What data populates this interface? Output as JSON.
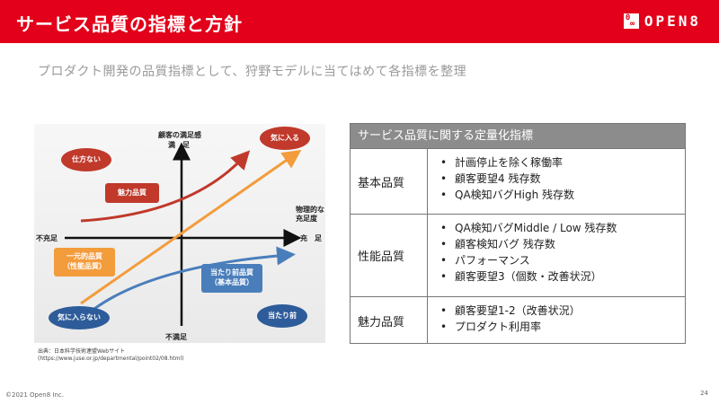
{
  "header": {
    "title": "サービス品質の指標と方針",
    "logo_text": "OPEN8",
    "logo_mark_top": "0",
    "logo_mark_bottom": "∞"
  },
  "subtitle": "プロダクト開発の品質指標として、狩野モデルに当てはめて各指標を整理",
  "kano_chart": {
    "y_axis_title": "顧客の満足感",
    "y_top": "満　足",
    "y_bottom": "不満足",
    "x_axis_title_line1": "物理的な",
    "x_axis_title_line2": "充足度",
    "x_left": "不充足",
    "x_right": "充　足",
    "bubble_indifferent": "仕方ない",
    "bubble_delighted": "気に入る",
    "bubble_dislike": "気に入らない",
    "bubble_must_be": "当たり前",
    "box_attractive": "魅力品質",
    "box_one_dimensional_line1": "一元的品質",
    "box_one_dimensional_line2": "（性能品質）",
    "box_must_be_line1": "当たり前品質",
    "box_must_be_line2": "（基本品質）",
    "colors": {
      "attractive": "#c0392b",
      "one_dimensional": "#f39c3c",
      "must_be": "#4a7ebb"
    }
  },
  "source": {
    "line1": "出典：日本科学技術連盟Webサイト",
    "line2": "(https://www.juse.or.jp/departmental/point02/08.html)"
  },
  "table": {
    "header": "サービス品質に関する定量化指標",
    "rows": [
      {
        "label": "基本品質",
        "items": [
          "計画停止を除く稼働率",
          "顧客要望4 残存数",
          "QA検知バグHigh 残存数"
        ]
      },
      {
        "label": "性能品質",
        "items": [
          "QA検知バグMiddle / Low 残存数",
          "顧客検知バグ 残存数",
          "パフォーマンス",
          "顧客要望3（個数・改善状況）"
        ]
      },
      {
        "label": "魅力品質",
        "items": [
          "顧客要望1-2（改善状況）",
          "プロダクト利用率"
        ]
      }
    ]
  },
  "footer": {
    "copyright": "©2021 Open8 Inc.",
    "page_number": "24"
  }
}
